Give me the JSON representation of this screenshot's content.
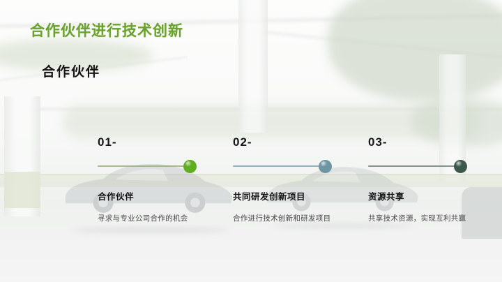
{
  "slide": {
    "title": "合作伙伴进行技术创新",
    "subtitle": "合作伙伴"
  },
  "colors": {
    "title_green": "#6ba12e",
    "subtitle_black": "#141414",
    "heading_black": "#111111",
    "description_gray": "#474747"
  },
  "timeline": {
    "items": [
      {
        "number": "01-",
        "heading": "合作伙伴",
        "description": "寻求与专业公司合作的机会",
        "dot_color": "#5fae1f",
        "line_color": "#9aad7e"
      },
      {
        "number": "02-",
        "heading": "共同研发创新项目",
        "description": "合作进行技术创新和研发项目",
        "dot_color": "#6e95a2",
        "line_color": "#82a4b0"
      },
      {
        "number": "03-",
        "heading": "资源共享",
        "description": "共享技术资源，实现互利共赢",
        "dot_color": "#3c584c",
        "line_color": "#75817a"
      }
    ]
  }
}
